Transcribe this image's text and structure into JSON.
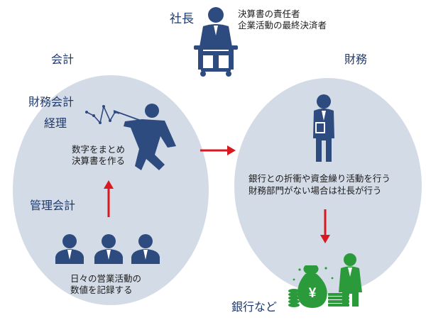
{
  "president": {
    "label": "社長",
    "desc_line1": "決算書の責任者",
    "desc_line2": "企業活動の最終決済者"
  },
  "accounting": {
    "title": "会計",
    "financial_label_line1": "財務会計",
    "financial_label_line2": "経理",
    "financial_desc_line1": "数字をまとめ",
    "financial_desc_line2": "決算書を作る",
    "management_label": "管理会計",
    "staff_desc_line1": "日々の営業活動の",
    "staff_desc_line2": "数値を記録する"
  },
  "finance": {
    "title": "財務",
    "desc_line1": "銀行との折衝や資金繰り活動を行う",
    "desc_line2": "財務部門がない場合は社長が行う"
  },
  "bank": {
    "label": "銀行など",
    "currency_symbol": "¥"
  },
  "colors": {
    "circle_fill": "#d3dbe6",
    "figure": "#2e4b80",
    "arrow": "#d9181f",
    "money": "#2a9a3a",
    "label": "#1f3a6b"
  }
}
